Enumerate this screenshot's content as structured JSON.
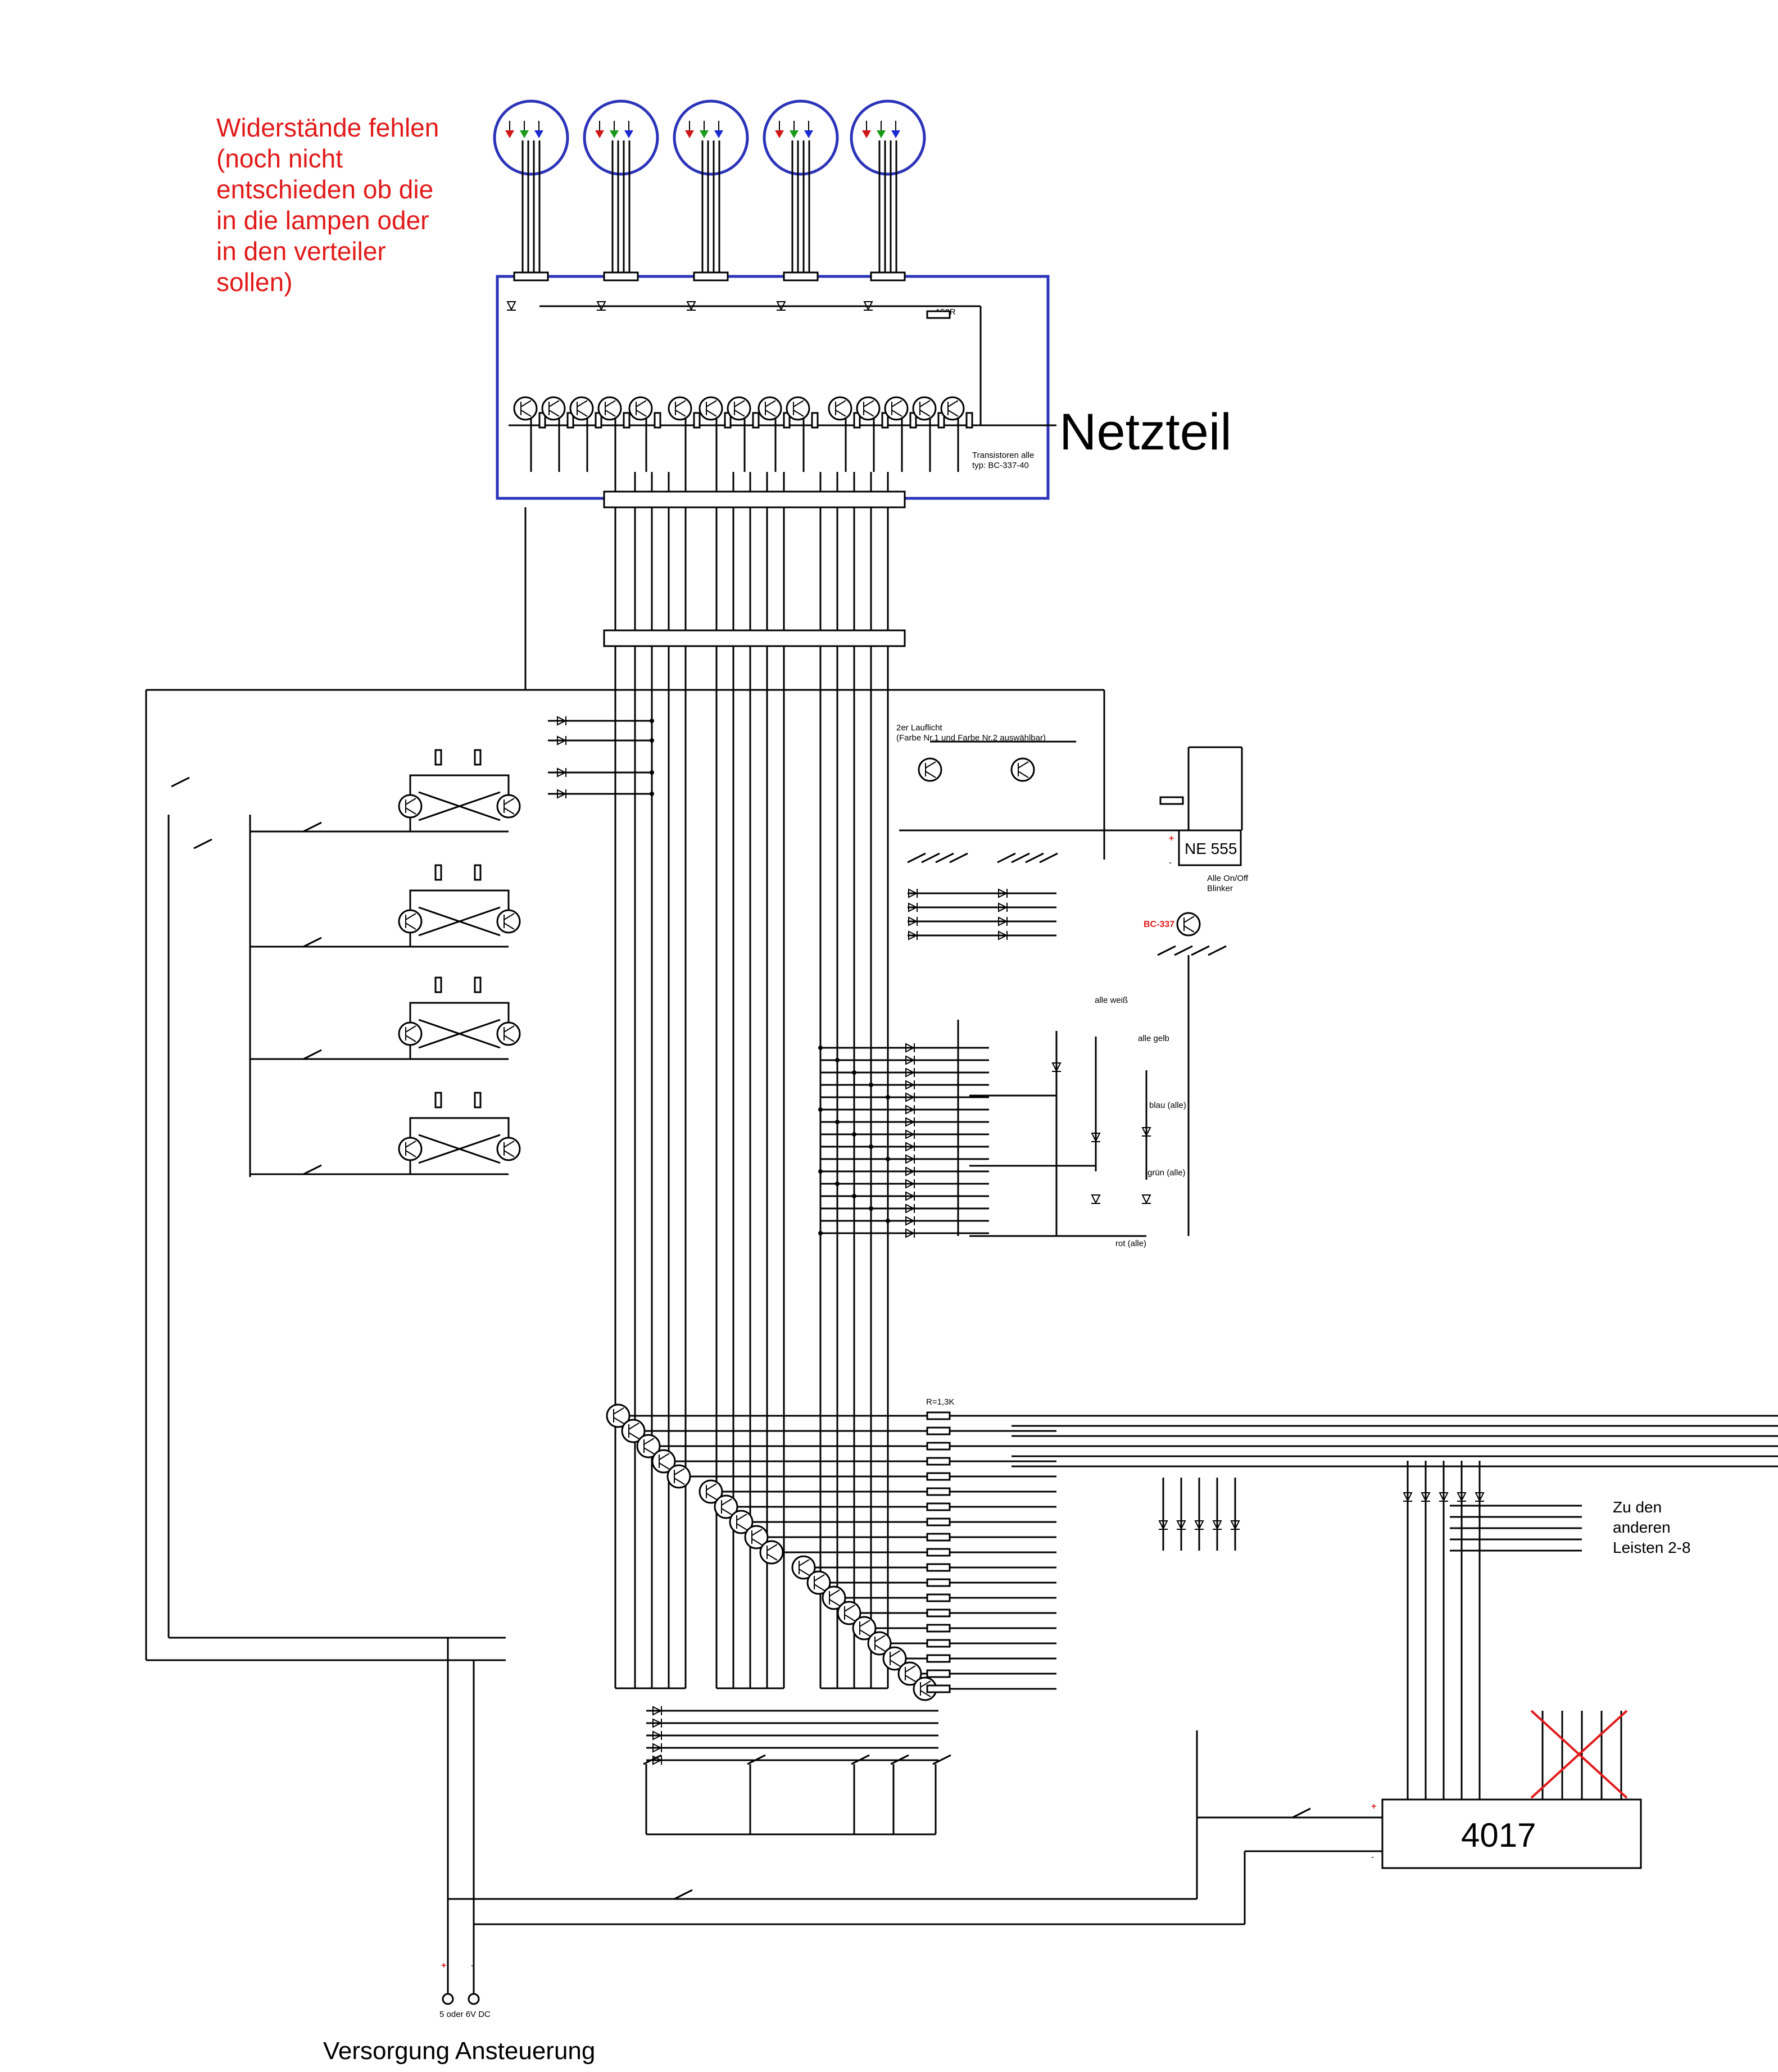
{
  "note": {
    "lines": [
      "Widerstände fehlen",
      "(noch nicht",
      "entschieden ob die",
      "in die lampen oder",
      "in den verteiler",
      "sollen)"
    ],
    "color": "#e11a1a"
  },
  "labels": {
    "netzteil": "Netzteil",
    "resistor_top": "150R",
    "transistor_note_1": "Transistoren alle",
    "transistor_note_2": "typ: BC-337-40",
    "lauflicht_1": "2er Lauflicht",
    "lauflicht_2": "(Farbe Nr.1 und Farbe Nr.2 auswählbar)",
    "ne555": "NE 555",
    "blinker_1": "Alle On/Off",
    "blinker_2": "Blinker",
    "bc337": "BC-337",
    "alle_weiss": "alle weiß",
    "alle_gelb": "alle gelb",
    "blau_alle": "blau (alle)",
    "gruen_alle": "grün (alle)",
    "rot_alle": "rot (alle)",
    "r_value": "R=1,3K",
    "zu_den_1": "Zu den",
    "zu_den_2": "anderen",
    "zu_den_3": "Leisten 2-8",
    "ic_4017": "4017",
    "plus": "+",
    "minus": "-",
    "supply_voltage": "5 oder 6V DC",
    "versorgung": "Versorgung Ansteuerung"
  },
  "colors": {
    "wire": "#000000",
    "highlight": "#2b34b8",
    "note": "#e11a1a"
  }
}
